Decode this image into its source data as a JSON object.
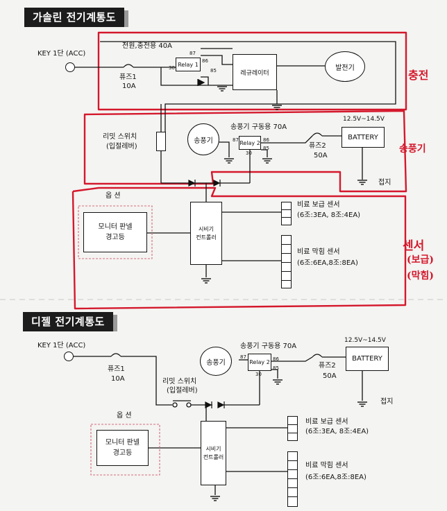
{
  "gasoline": {
    "title": "가솔린 전기계통도",
    "key": "KEY 1단 (ACC)",
    "fuse1": "퓨즈1",
    "fuse1_rating": "10A",
    "relay1_caption": "전원,충전용 40A",
    "relay1": "Relay 1",
    "relay1_pins": {
      "p87": "87",
      "p86": "86",
      "p85": "85",
      "p30": "30"
    },
    "regulator": "레규레이터",
    "generator": "발전기",
    "limit_switch": "리밋 스위치",
    "limit_switch_sub": "(입절레버)",
    "blower": "송풍기",
    "relay2_caption": "송풍기 구동용 70A",
    "relay2": "Relay 2",
    "relay2_pins": {
      "p87": "87",
      "p86": "86",
      "p85": "85",
      "p30": "30"
    },
    "fuse2": "퓨즈2",
    "fuse2_rating": "50A",
    "battery_voltage": "12.5V~14.5V",
    "battery": "BATTERY",
    "ground": "접지",
    "option": "옵 션",
    "monitor": "모니터 판넬\n경고등",
    "controller": "시비기\n컨트롤러",
    "supply_sensor": "비료 보급 센서",
    "supply_sensor_count": "(6조:3EA, 8조:4EA)",
    "clog_sensor": "비료 막힘 센서",
    "clog_sensor_count": "(6조:6EA,8조:8EA)",
    "annotations": {
      "charging": "충전",
      "blowing": "송풍기",
      "sensor": "센서",
      "sensor_supply": "(보급)",
      "sensor_clog": "(막힘)"
    }
  },
  "diesel": {
    "title": "디젤 전기계통도",
    "key": "KEY 1단 (ACC)",
    "fuse1": "퓨즈1",
    "fuse1_rating": "10A",
    "limit_switch": "리밋 스위치",
    "limit_switch_sub": "(입절레버)",
    "blower": "송풍기",
    "relay2_caption": "송풍기 구동용 70A",
    "relay2": "Relay 2",
    "relay2_pins": {
      "p87": "87",
      "p86": "86",
      "p85": "85",
      "p30": "30"
    },
    "fuse2": "퓨즈2",
    "fuse2_rating": "50A",
    "battery_voltage": "12.5V~14.5V",
    "battery": "BATTERY",
    "ground": "접지",
    "option": "옵 션",
    "monitor": "모니터 판넬\n경고등",
    "controller": "시비기\n컨트롤러",
    "supply_sensor": "비료 보급 센서",
    "supply_sensor_count": "(6조:3EA, 8조:4EA)",
    "clog_sensor": "비료 막힘 센서",
    "clog_sensor_count": "(6조:6EA,8조:8EA)"
  },
  "colors": {
    "annotation": "#d4182c",
    "banner": "#1c1c1c",
    "line": "#111111"
  },
  "icons": [
    "key-switch-icon",
    "fuse-icon",
    "diode-icon",
    "ground-icon",
    "limit-switch-icon"
  ]
}
